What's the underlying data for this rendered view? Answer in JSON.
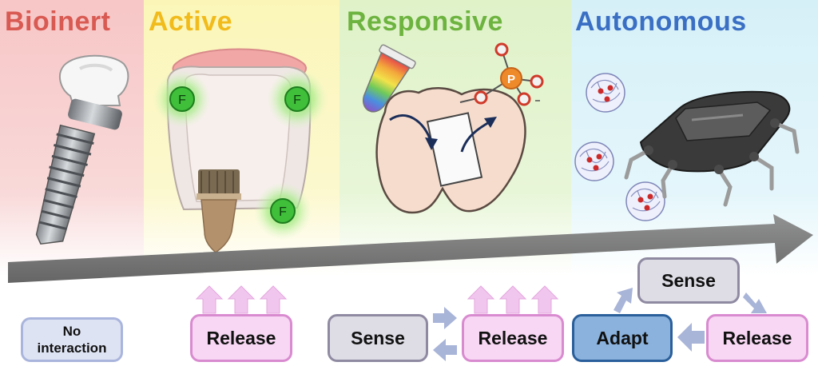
{
  "stages": [
    {
      "title": "Bioinert",
      "color": "#d85a52"
    },
    {
      "title": "Active",
      "color": "#f1bb1c"
    },
    {
      "title": "Responsive",
      "color": "#6db33f"
    },
    {
      "title": "Autonomous",
      "color": "#3a6fc4"
    }
  ],
  "fluoride_label": "F",
  "phosphate_label": "P",
  "boxes": {
    "no_interaction": "No interaction",
    "active_release": "Release",
    "responsive_sense": "Sense",
    "responsive_release": "Release",
    "autonomous_sense": "Sense",
    "autonomous_adapt": "Adapt",
    "autonomous_release": "Release"
  }
}
